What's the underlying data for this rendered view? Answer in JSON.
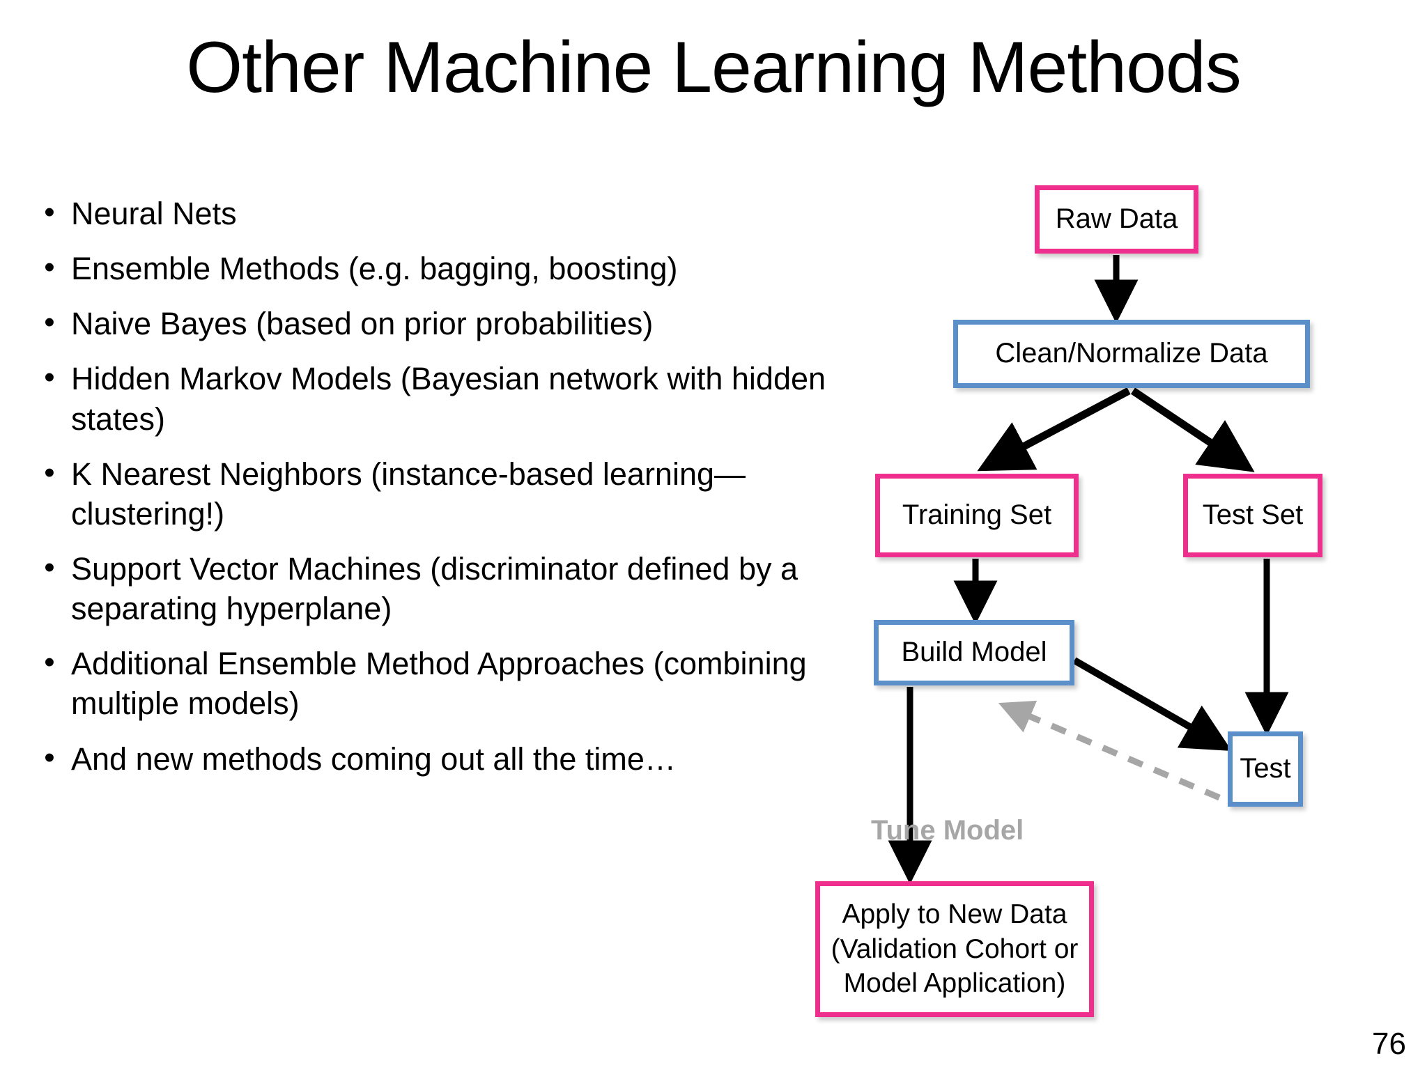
{
  "slide": {
    "title": "Other Machine Learning Methods",
    "page_number": "76"
  },
  "bullets": {
    "marker": "•",
    "items": [
      {
        "text": "Neural Nets"
      },
      {
        "text": "Ensemble Methods (e.g. bagging, boosting)"
      },
      {
        "text": "Naive Bayes (based on prior probabilities)"
      },
      {
        "text": "Hidden Markov Models (Bayesian network with hidden states)"
      },
      {
        "text": "K Nearest Neighbors (instance-based learning—clustering!)"
      },
      {
        "text": "Support Vector Machines (discriminator defined by a separating hyperplane)"
      },
      {
        "text": "Additional Ensemble Method Approaches (combining multiple models)"
      },
      {
        "text": "And new methods coming out all the time…"
      }
    ]
  },
  "flowchart": {
    "colors": {
      "pink": "#ef2f8e",
      "blue": "#5b8fc9",
      "arrow": "#000000",
      "dashed_arrow": "#a6a6a6"
    },
    "nodes": [
      {
        "id": "raw-data",
        "label": "Raw Data",
        "color": "pink"
      },
      {
        "id": "clean-normalize",
        "label": "Clean/Normalize Data",
        "color": "blue"
      },
      {
        "id": "training-set",
        "label": "Training Set",
        "color": "pink"
      },
      {
        "id": "test-set",
        "label": "Test Set",
        "color": "pink"
      },
      {
        "id": "build-model",
        "label": "Build Model",
        "color": "blue"
      },
      {
        "id": "test",
        "label": "Test",
        "color": "blue"
      },
      {
        "id": "apply-new-data",
        "label": "Apply to New Data\n(Validation Cohort or\nModel Application)",
        "color": "pink"
      }
    ],
    "edge_label": "Tune Model",
    "edges": [
      {
        "from": "raw-data",
        "to": "clean-normalize",
        "style": "solid"
      },
      {
        "from": "clean-normalize",
        "to": "training-set",
        "style": "solid"
      },
      {
        "from": "clean-normalize",
        "to": "test-set",
        "style": "solid"
      },
      {
        "from": "training-set",
        "to": "build-model",
        "style": "solid"
      },
      {
        "from": "test-set",
        "to": "test",
        "style": "solid"
      },
      {
        "from": "build-model",
        "to": "test",
        "style": "solid"
      },
      {
        "from": "test",
        "to": "build-model",
        "style": "dashed",
        "label": "Tune Model"
      },
      {
        "from": "build-model",
        "to": "apply-new-data",
        "style": "solid"
      }
    ]
  }
}
